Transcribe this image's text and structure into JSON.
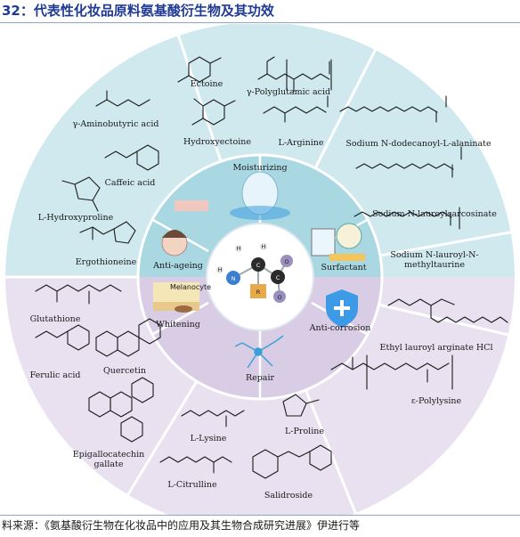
{
  "header": {
    "title": "32：代表性化妆品原料氨基酸衍生物及其功效"
  },
  "footer": {
    "source": "料来源：《氨基酸衍生物在化妆品中的应用及其生物合成研究进展》伊进行等"
  },
  "diagram": {
    "colors": {
      "upper_outer": "#cfe9ef",
      "upper_inner": "#a9d8e3",
      "lower_outer": "#e9e1ef",
      "lower_inner": "#d9cde6",
      "center": "#ffffff",
      "accent_blue": "#2f8fd8"
    },
    "segments": {
      "moisturizing": "Moisturizing",
      "surfactant": "Surfactant",
      "anti_corrosion": "Anti-corrosion",
      "repair": "Repair",
      "whitening": "Whitening",
      "anti_ageing": "Anti-ageing"
    },
    "melanocyte_label": "Melanocyte",
    "center_atoms": [
      "H",
      "N",
      "C",
      "C",
      "O",
      "O",
      "R",
      "H",
      "H"
    ],
    "compounds": {
      "ectoine": "Ectoine",
      "polyglutamic": "γ-Polyglutamic acid",
      "hydroxyectoine": "Hydroxyectoine",
      "arginine": "L-Arginine",
      "gaba": "γ-Aminobutyric acid",
      "caffeic": "Caffeic acid",
      "hydroxyproline": "L-Hydroxyproline",
      "ergothioneine": "Ergothioneine",
      "sd_alaninate": "Sodium N-dodecanoyl-L-alaninate",
      "sl_sarcosinate": "Sodium N-lauroylsarcosinate",
      "sl_taurine_1": "Sodium N-lauroyl-N-",
      "sl_taurine_2": "methyltaurine",
      "glutathione": "Glutathione",
      "ferulic": "Ferulic acid",
      "quercetin": "Quercetin",
      "egcg_1": "Epigallocatechin",
      "egcg_2": "gallate",
      "ethyl_lauroyl": "Ethyl lauroyl arginate HCl",
      "polylysine": "ε-Polylysine",
      "lysine": "L-Lysine",
      "proline": "L-Proline",
      "citrulline": "L-Citrulline",
      "salidroside": "Salidroside"
    }
  }
}
